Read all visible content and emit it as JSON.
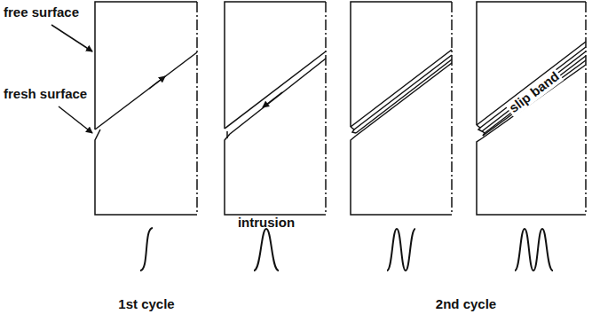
{
  "diagram": {
    "labels": [
      "free surface",
      "fresh surface",
      "intrusion",
      "slip band",
      "1st cycle",
      "2nd cycle"
    ]
  }
}
